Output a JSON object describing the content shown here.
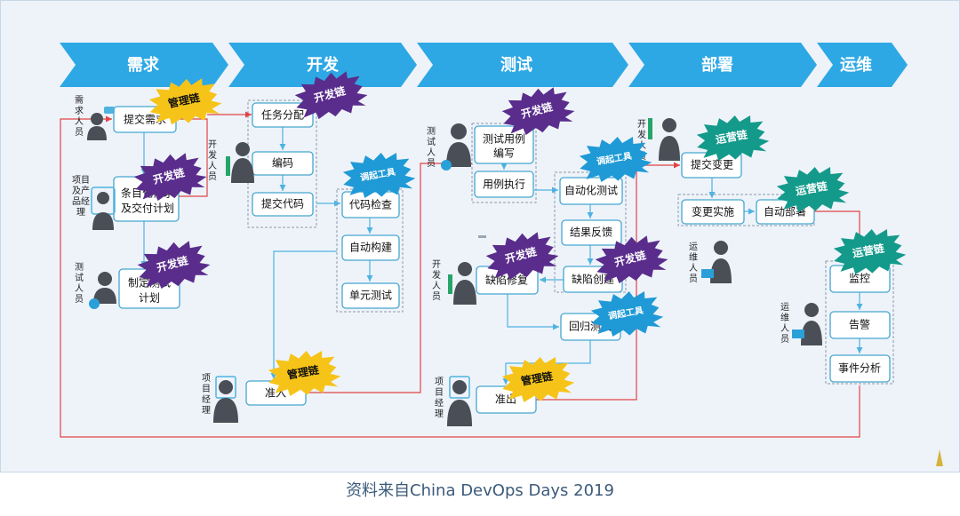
{
  "stages": [
    "需求",
    "开发",
    "测试",
    "部署",
    "运维"
  ],
  "badges": {
    "mgmt": "管理链",
    "dev": "开发链",
    "tool": "调起工具",
    "ops": "运营链"
  },
  "boxes": {
    "submit_req": "提交需求",
    "itemize_req": [
      "条目化需求",
      "及交付计划"
    ],
    "test_plan": [
      "制定测试",
      "计划"
    ],
    "task_assign": "任务分配",
    "coding": "编码",
    "submit_code": "提交代码",
    "code_check": "代码检查",
    "auto_build": "自动构建",
    "unit_test": "单元测试",
    "admission": "准入",
    "write_cases": [
      "测试用例",
      "编写"
    ],
    "run_cases": "用例执行",
    "auto_test": "自动化测试",
    "result_feedback": "结果反馈",
    "create_defect": "缺陷创建",
    "fix_defect": "缺陷修复",
    "regression": "回归测试",
    "exit": "准出",
    "submit_change": "提交变更",
    "change_impl": "变更实施",
    "auto_deploy": "自动部署",
    "monitor": "监控",
    "alert": "告警",
    "event_analysis": "事件分析"
  },
  "roles": {
    "demand": [
      "需",
      "求",
      "人",
      "员"
    ],
    "pm1": [
      "项目",
      "及产",
      "品经",
      "理"
    ],
    "tester1": [
      "测",
      "试",
      "人",
      "员"
    ],
    "dev1": [
      "开",
      "发",
      "人",
      "员"
    ],
    "pm2": [
      "项",
      "目",
      "经",
      "理"
    ],
    "tester2": [
      "测",
      "试",
      "人",
      "员"
    ],
    "dev2": [
      "开",
      "发",
      "人",
      "员"
    ],
    "pm3": [
      "项",
      "目",
      "经",
      "理"
    ],
    "dev3": [
      "开",
      "发",
      "人",
      "员"
    ],
    "ops1": [
      "运",
      "维",
      "人",
      "员"
    ],
    "ops2": [
      "运",
      "维",
      "人",
      "员"
    ]
  },
  "colors": {
    "banner": "#2ea8e5",
    "mgmt": "#f6c418",
    "dev": "#5a2d8c",
    "tool": "#1f9ad6",
    "ops": "#149a8b",
    "flow": "#4fb3e0",
    "return": "#e04545"
  },
  "caption": "资料来自China DevOps Days 2019"
}
